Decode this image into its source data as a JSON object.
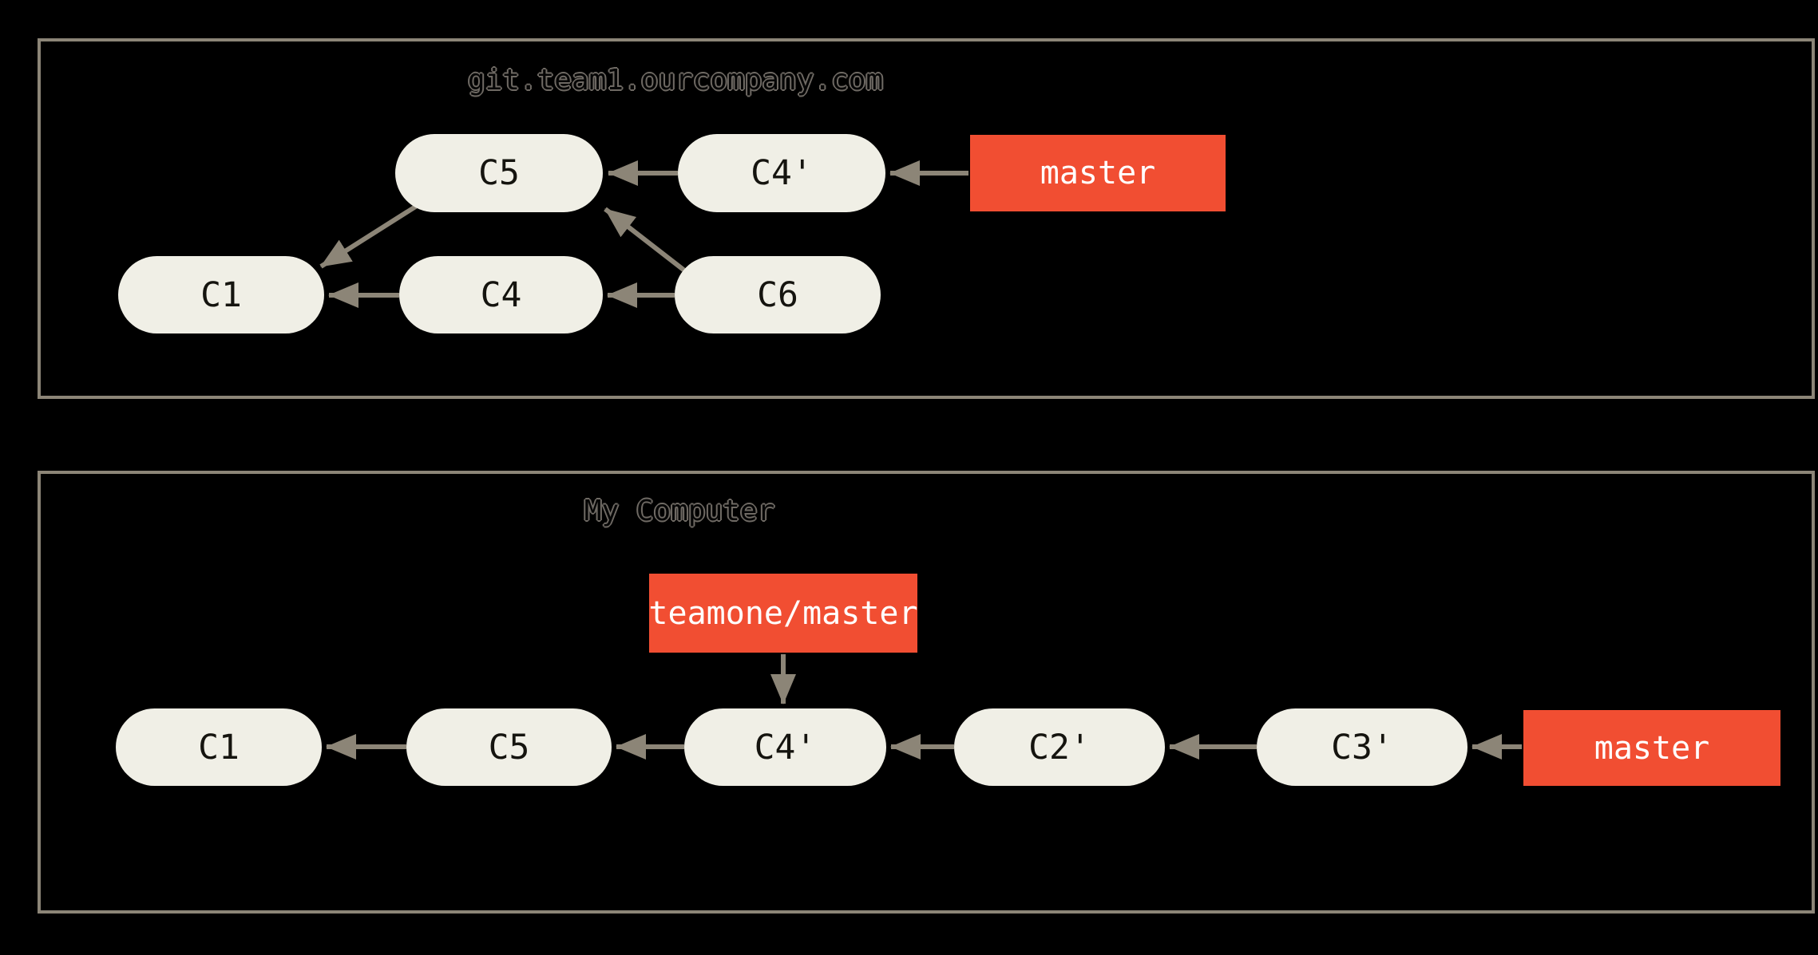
{
  "colors": {
    "background": "#000000",
    "panel_border": "#8c8577",
    "arrow": "#8c8577",
    "commit_node_fill": "#f0efe6",
    "commit_node_text": "#15140f",
    "branch_label_fill": "#f14e32",
    "branch_label_text": "#ffffff",
    "panel_title_outline": "#6f6a64"
  },
  "remote_panel": {
    "title": "git.team1.ourcompany.com",
    "commits": {
      "c5": "C5",
      "c4_prime": "C4'",
      "c1": "C1",
      "c4": "C4",
      "c6": "C6"
    },
    "branches": {
      "master": "master"
    }
  },
  "local_panel": {
    "title": "My Computer",
    "commits": {
      "c1": "C1",
      "c5": "C5",
      "c4_prime": "C4'",
      "c2_prime": "C2'",
      "c3_prime": "C3'"
    },
    "branches": {
      "teamone_master": "teamone/master",
      "master": "master"
    }
  }
}
